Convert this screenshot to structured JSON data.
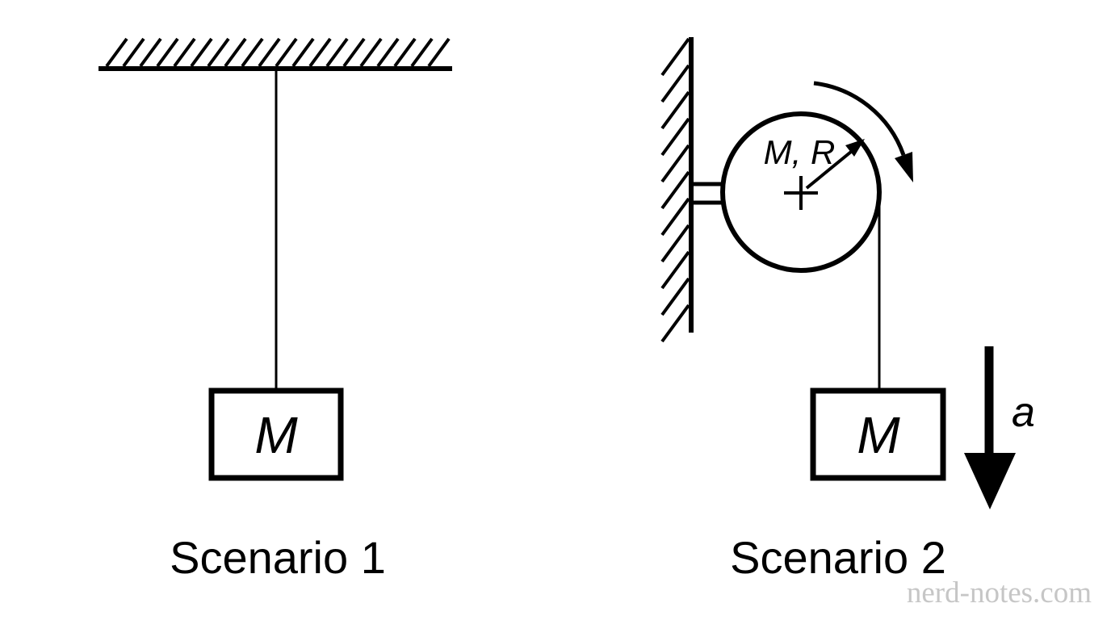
{
  "page": {
    "background": "#ffffff",
    "line_color": "#000000",
    "watermark_color": "#c6c6c6"
  },
  "scenario1": {
    "caption": "Scenario 1",
    "mass_label": "M"
  },
  "scenario2": {
    "caption": "Scenario 2",
    "mass_label": "M",
    "pulley_label": "M, R",
    "acceleration_label": "a"
  },
  "watermark": {
    "text": "nerd-notes.com"
  }
}
